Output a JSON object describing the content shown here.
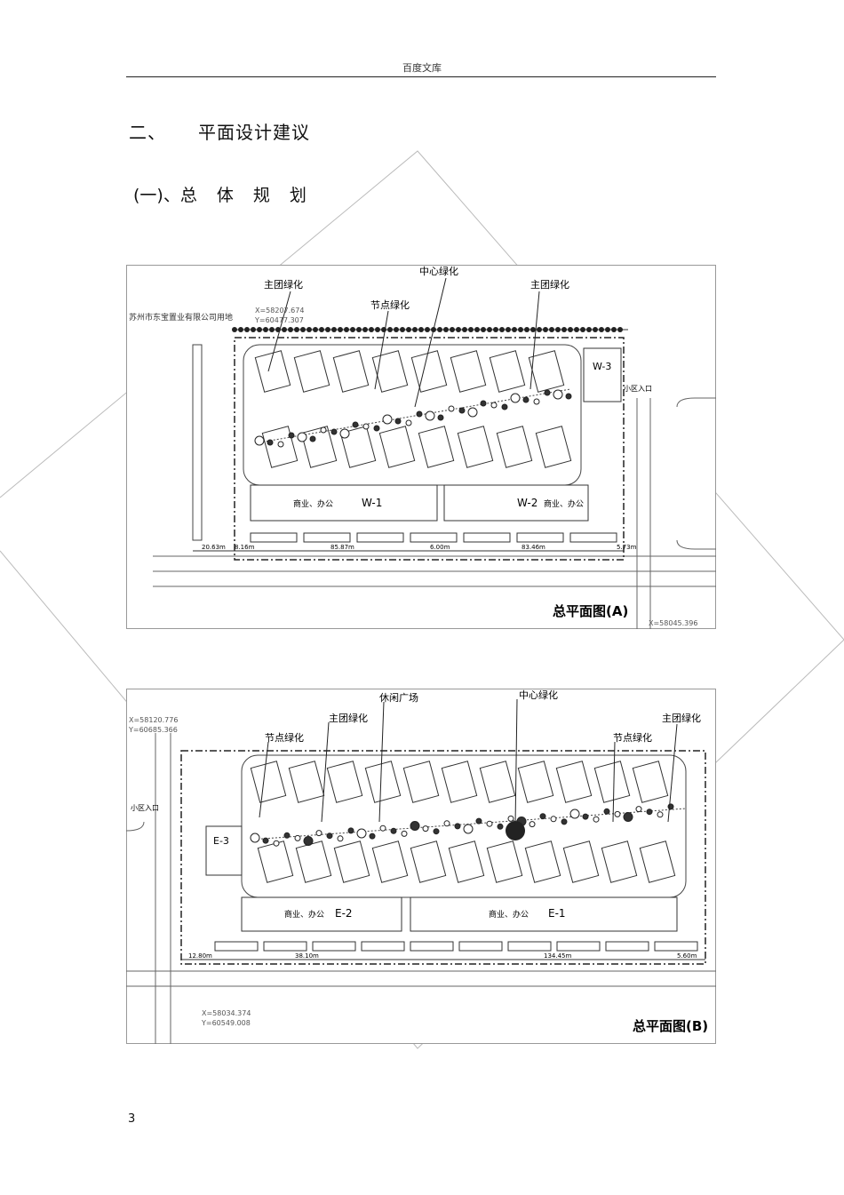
{
  "header": {
    "title": "百度文库"
  },
  "section": {
    "number": "二、",
    "title": "平面设计建议"
  },
  "subsection": {
    "prefix": "(一)、",
    "chars": [
      "总",
      "体",
      "规",
      "划"
    ]
  },
  "plan_a": {
    "caption": "总平面图(A)",
    "owner_label": "苏州市东宝置业有限公司用地",
    "coord_top_x": "X=58207.674",
    "coord_top_y": "Y=60477.307",
    "coord_bottom": "X=58045.396",
    "labels": {
      "main_green_left": "主团绿化",
      "node_green": "节点绿化",
      "center_green": "中心绿化",
      "main_green_right": "主团绿化",
      "entrance": "小区入口",
      "w1": "W-1",
      "w2": "W-2",
      "w3": "W-3",
      "commercial_1": "商业、办公",
      "commercial_2": "商业、办公"
    },
    "dimensions": [
      "20.63m",
      "8.16m",
      "85.87m",
      "6.00m",
      "83.46m",
      "5.73m"
    ]
  },
  "plan_b": {
    "caption": "总平面图(B)",
    "coord_top_x": "X=58120.776",
    "coord_top_y": "Y=60685.366",
    "coord_bottom_x": "X=58034.374",
    "coord_bottom_y": "Y=60549.008",
    "labels": {
      "leisure_plaza": "休闲广场",
      "center_green": "中心绿化",
      "main_green_left": "主团绿化",
      "main_green_right": "主团绿化",
      "node_green_left": "节点绿化",
      "node_green_right": "节点绿化",
      "entrance": "小区入口",
      "e1": "E-1",
      "e2": "E-2",
      "e3": "E-3",
      "commercial_1": "商业、办公",
      "commercial_2": "商业、办公"
    },
    "dimensions": [
      "12.80m",
      "38.10m",
      "134.45m",
      "5.60m"
    ]
  },
  "page_number": "3"
}
